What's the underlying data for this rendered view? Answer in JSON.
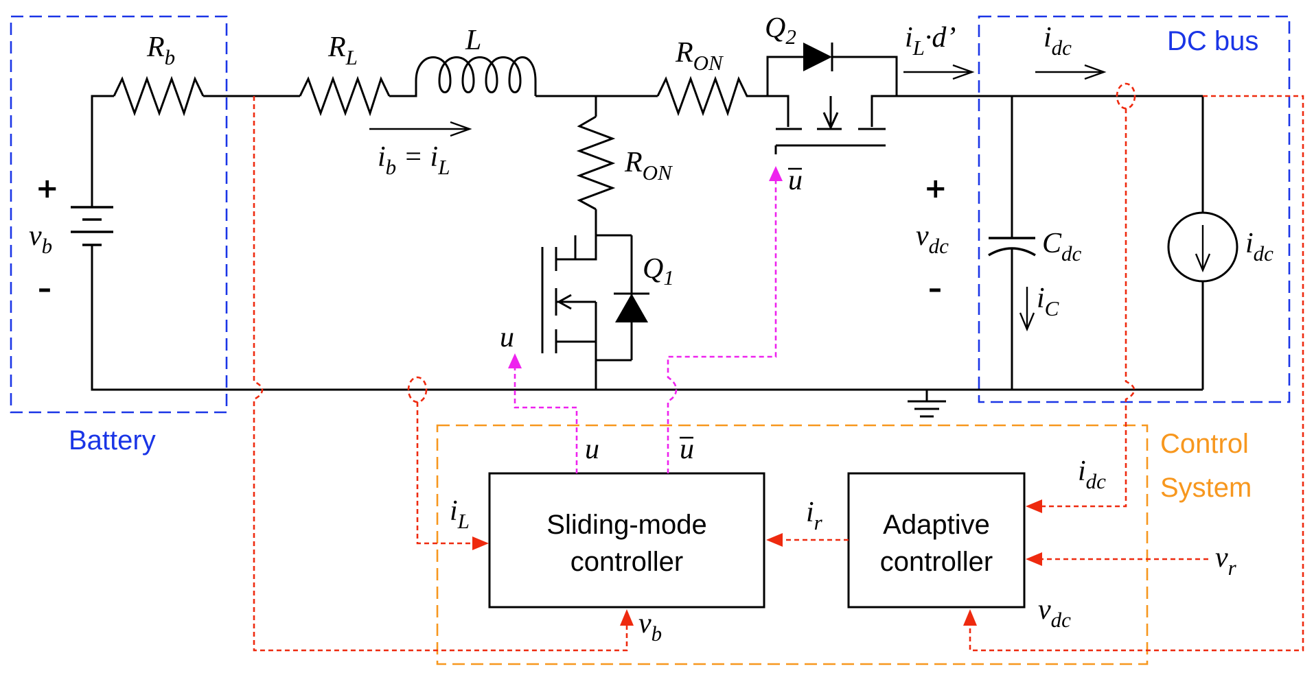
{
  "regions": {
    "battery": "Battery",
    "dc_bus": "DC bus",
    "control_system_line1": "Control",
    "control_system_line2": "System"
  },
  "components": {
    "Rb": {
      "main": "R",
      "sub": "b"
    },
    "RL": {
      "main": "R",
      "sub": "L"
    },
    "L": "L",
    "RON_top": {
      "main": "R",
      "sub": "ON"
    },
    "RON_mid": {
      "main": "R",
      "sub": "ON"
    },
    "Q1": {
      "main": "Q",
      "sub": "1"
    },
    "Q2": {
      "main": "Q",
      "sub": "2"
    },
    "Cdc": {
      "main": "C",
      "sub": "dc"
    },
    "iC": {
      "main": "i",
      "sub": "C"
    },
    "idc_source": {
      "main": "i",
      "sub": "dc"
    }
  },
  "signals": {
    "vb_battery": {
      "main": "v",
      "sub": "b"
    },
    "ib_eq_iL": {
      "a": "i",
      "a_sub": "b",
      "eq": " = i",
      "b_sub": "L"
    },
    "iL_d": {
      "main": "i",
      "sub": "L",
      "tail": "·d’"
    },
    "idc_bus": {
      "main": "i",
      "sub": "dc"
    },
    "vdc_bus": {
      "main": "v",
      "sub": "dc"
    },
    "u_gate": "u",
    "ubar_gate": "u",
    "u_ctrl": "u",
    "ubar_ctrl": "u",
    "iL_ctrl": {
      "main": "i",
      "sub": "L"
    },
    "ir_ctrl": {
      "main": "i",
      "sub": "r"
    },
    "idc_ctrl": {
      "main": "i",
      "sub": "dc"
    },
    "vr_ctrl": {
      "main": "v",
      "sub": "r"
    },
    "vb_ctrl": {
      "main": "v",
      "sub": "b"
    },
    "vdc_ctrl": {
      "main": "v",
      "sub": "dc"
    }
  },
  "polarity": {
    "plus": "+",
    "minus": "–"
  },
  "blocks": {
    "sliding_mode": {
      "line1": "Sliding-mode",
      "line2": "controller"
    },
    "adaptive": {
      "line1": "Adaptive",
      "line2": "controller"
    }
  },
  "colors": {
    "wire": "#000000",
    "measurement": "#ee2a0f",
    "gate_signal": "#ee22ee",
    "battery_region": "#1a35e6",
    "control_region": "#f7971e"
  }
}
